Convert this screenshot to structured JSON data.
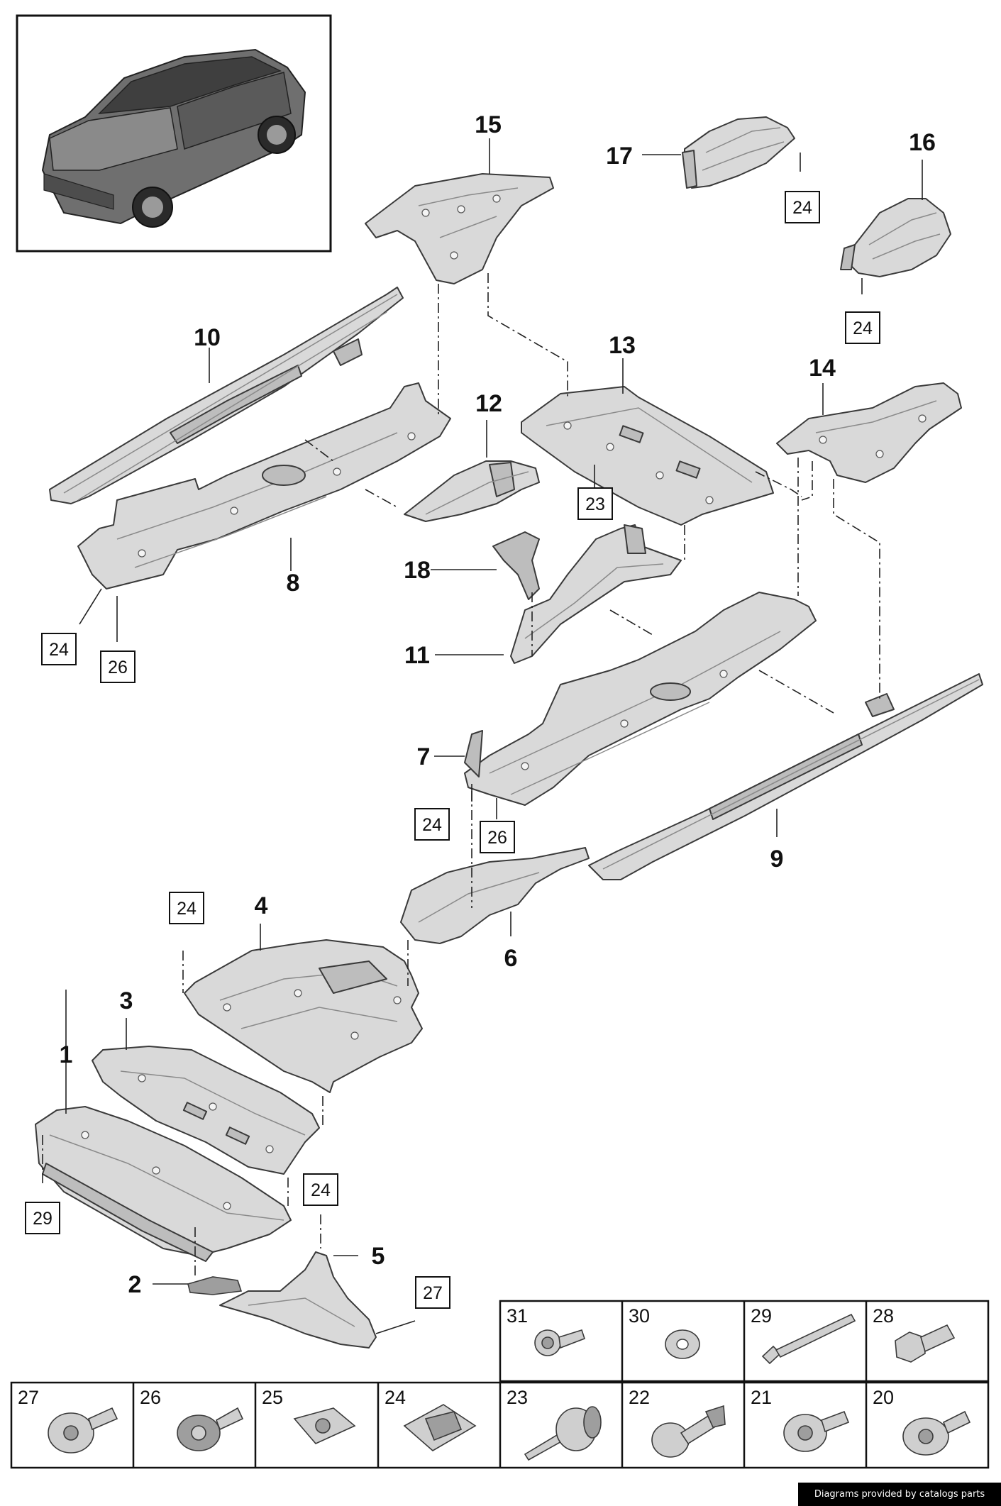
{
  "callouts": {
    "c1": "1",
    "c2": "2",
    "c3": "3",
    "c4": "4",
    "c5": "5",
    "c6": "6",
    "c7": "7",
    "c8": "8",
    "c9": "9",
    "c10": "10",
    "c11": "11",
    "c12": "12",
    "c13": "13",
    "c14": "14",
    "c15": "15",
    "c16": "16",
    "c17": "17",
    "c18": "18"
  },
  "boxed_refs": {
    "b24_17": "24",
    "b24_16": "24",
    "b23_13": "23",
    "b24_8": "24",
    "b26_8": "26",
    "b24_7": "24",
    "b26_7": "26",
    "b24_4": "24",
    "b24_5": "24",
    "b27_5": "27",
    "b29_1": "29"
  },
  "hardware_table": {
    "row1": [
      "31",
      "30",
      "29",
      "28"
    ],
    "row2": [
      "27",
      "26",
      "25",
      "24",
      "23",
      "22",
      "21",
      "20"
    ]
  },
  "credit": "Diagrams provided by catalogs parts"
}
